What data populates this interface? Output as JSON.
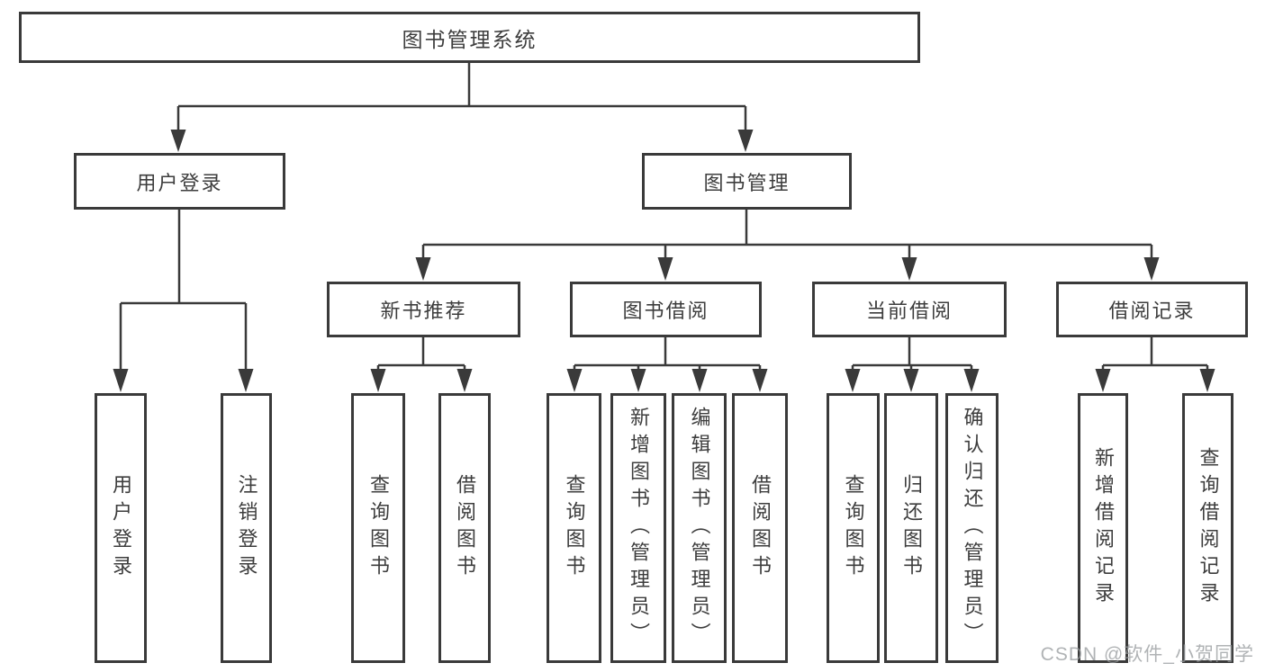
{
  "diagram": {
    "type": "hierarchy-tree",
    "orientation": "top-down",
    "tree": {
      "label": "图书管理系统",
      "children": [
        {
          "label": "用户登录",
          "children": [
            {
              "label": "用户登录"
            },
            {
              "label": "注销登录"
            }
          ]
        },
        {
          "label": "图书管理",
          "children": [
            {
              "label": "新书推荐",
              "children": [
                {
                  "label": "查询图书"
                },
                {
                  "label": "借阅图书"
                }
              ]
            },
            {
              "label": "图书借阅",
              "children": [
                {
                  "label": "查询图书"
                },
                {
                  "label": "新增图书（管理员）"
                },
                {
                  "label": "编辑图书（管理员）"
                },
                {
                  "label": "借阅图书"
                }
              ]
            },
            {
              "label": "当前借阅",
              "children": [
                {
                  "label": "查询图书"
                },
                {
                  "label": "归还图书"
                },
                {
                  "label": "确认归还（管理员）"
                }
              ]
            },
            {
              "label": "借阅记录",
              "children": [
                {
                  "label": "新增借阅记录"
                },
                {
                  "label": "查询借阅记录"
                }
              ]
            }
          ]
        }
      ]
    },
    "colors": {
      "line": "#3a3a3a",
      "box_border": "#3a3a3a",
      "box_fill": "#ffffff",
      "text": "#3d3d3d",
      "watermark": "#96999c",
      "background": "#ffffff"
    }
  },
  "watermark": {
    "text": "CSDN @软件_小贺同学"
  }
}
